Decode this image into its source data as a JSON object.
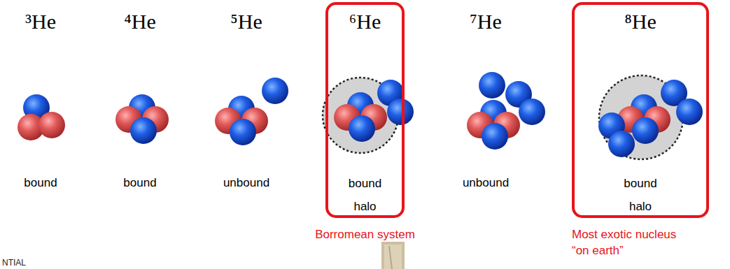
{
  "diagram": {
    "nodes": [
      {
        "text": [
          "⁶He",
          "bound",
          "halo",
          "Borromean system"
        ]
      },
      {
        "text": [
          "⁸He",
          "bound",
          "halo",
          "Most exotic nucleus “on earth”"
        ]
      }
    ],
    "labels": [
      "³He",
      "bound",
      "⁴He",
      "bound",
      "⁵He",
      "unbound",
      "⁷He",
      "unbound",
      "NTIAL"
    ]
  }
}
